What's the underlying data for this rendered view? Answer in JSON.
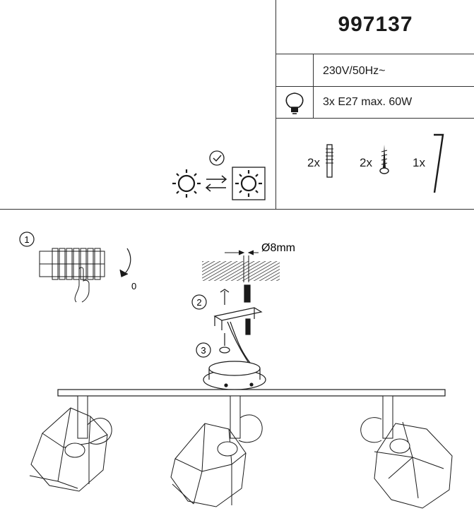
{
  "product": {
    "model_number": "997137",
    "voltage": "230V/50Hz~",
    "bulb_spec": "3x E27 max. 60W"
  },
  "parts": [
    {
      "qty": "2x",
      "icon": "wall-plug-icon"
    },
    {
      "qty": "2x",
      "icon": "screw-icon"
    },
    {
      "qty": "1x",
      "icon": "allen-key-icon"
    }
  ],
  "steps": {
    "step1": "1",
    "step2": "2",
    "step3": "3",
    "switch_off_label": "0",
    "drill_diameter": "Ø8mm"
  },
  "colors": {
    "line": "#1a1a1a",
    "background": "#ffffff"
  }
}
